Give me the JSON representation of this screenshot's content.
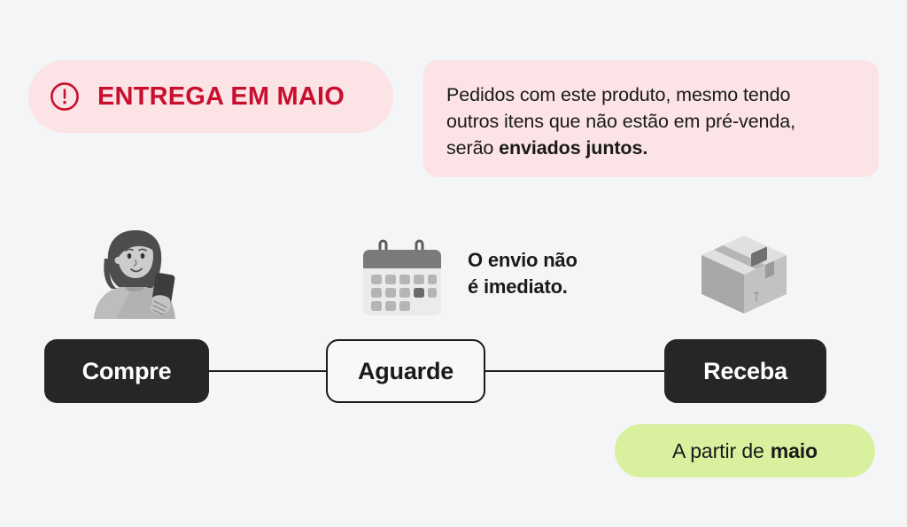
{
  "theme": {
    "background": "#f4f5f7",
    "pink_surface": "#fbe3e6",
    "alert_red": "#c8102e",
    "dark": "#262626",
    "green_surface": "#d9f09e",
    "text": "#1a1a1a"
  },
  "alert": {
    "icon": "exclamation-circle-icon",
    "title": "ENTREGA EM MAIO"
  },
  "info": {
    "line1": "Pedidos com este produto, mesmo tendo",
    "line2": "outros itens que não estão em pré-venda,",
    "line3_plain": "serão ",
    "line3_bold": "enviados juntos."
  },
  "illustrations": {
    "person": "woman-with-phone-illustration",
    "calendar": "calendar-icon",
    "package": "cardboard-box-illustration"
  },
  "calendar_note": {
    "line1": "O envio não",
    "line2": "é imediato."
  },
  "steps": [
    {
      "id": "compre",
      "label": "Compre",
      "style": "dark"
    },
    {
      "id": "aguarde",
      "label": "Aguarde",
      "style": "light"
    },
    {
      "id": "receba",
      "label": "Receba",
      "style": "dark"
    }
  ],
  "green_badge": {
    "prefix": "A partir de",
    "month": "maio"
  }
}
